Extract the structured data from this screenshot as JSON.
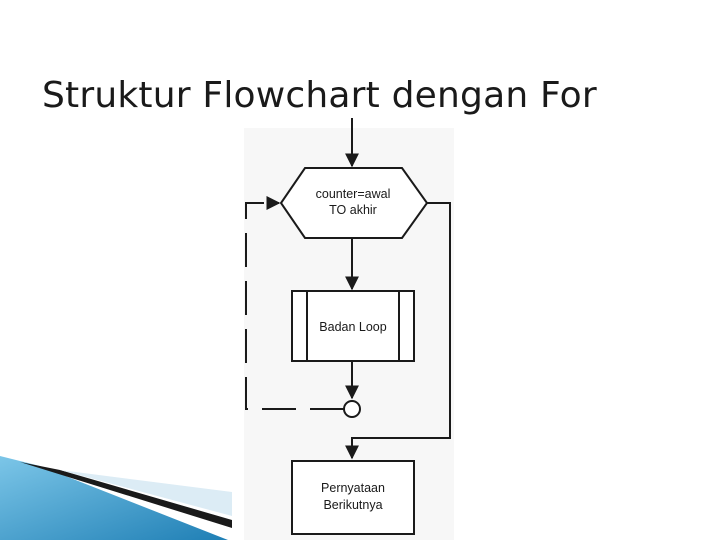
{
  "slide": {
    "title": "Struktur Flowchart dengan For"
  },
  "flowchart": {
    "loop_header": {
      "line1": "counter=awal",
      "line2": "TO akhir"
    },
    "loop_body": "Badan Loop",
    "next_statement": {
      "line1": "Pernyataan",
      "line2": "Berikutnya"
    }
  },
  "colors": {
    "stroke": "#1a1a1a",
    "accent_blue": "#2a8fc4",
    "accent_dark": "#1a1a1a"
  }
}
